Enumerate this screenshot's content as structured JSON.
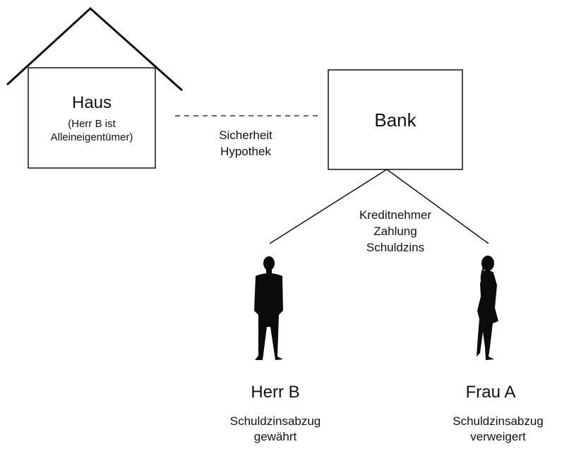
{
  "house": {
    "title": "Haus",
    "note": "(Herr B ist\nAlleineigentümer)"
  },
  "bank": {
    "title": "Bank"
  },
  "edges": {
    "house_bank": "Sicherheit\nHypothek",
    "bank_persons": "Kreditnehmer\nZahlung\nSchuldzins"
  },
  "persons": {
    "herr_b": {
      "name": "Herr B",
      "note": "Schuldzinsabzug\ngewährt"
    },
    "frau_a": {
      "name": "Frau A",
      "note": "Schuldzinsabzug\nverweigert"
    }
  },
  "icons": {
    "house": "house-icon",
    "herr_b": "man-silhouette-icon",
    "frau_a": "woman-silhouette-icon"
  }
}
